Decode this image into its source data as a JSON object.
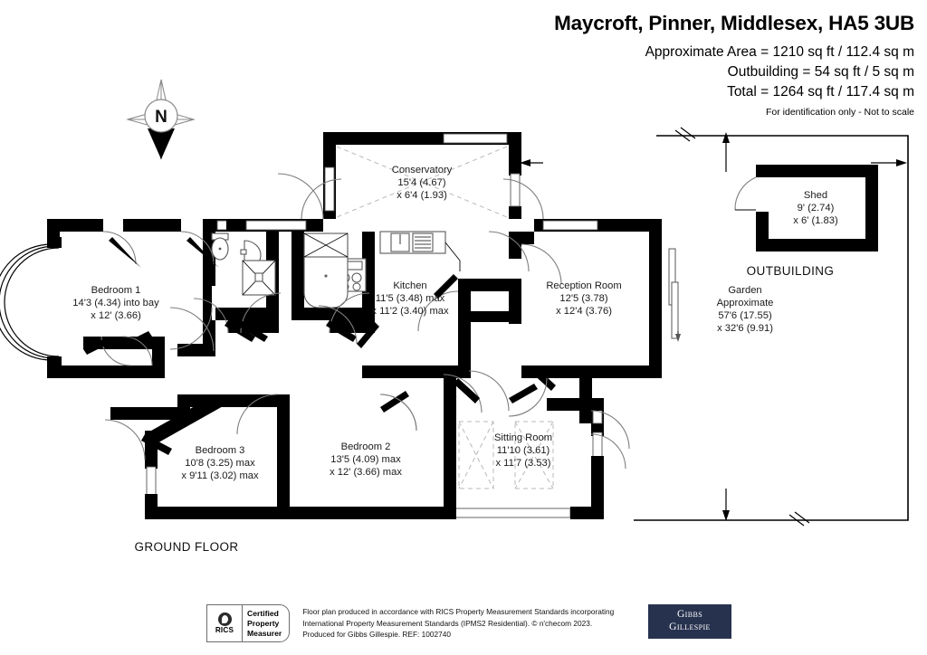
{
  "header": {
    "title": "Maycroft, Pinner, Middlesex, HA5 3UB",
    "area_line1": "Approximate Area = 1210 sq ft / 112.4 sq m",
    "area_line2": "Outbuilding = 54 sq ft / 5 sq m",
    "area_line3": "Total = 1264 sq ft / 117.4 sq m",
    "disclaimer": "For identification only - Not to scale"
  },
  "compass": {
    "north_label": "N"
  },
  "sections": {
    "ground_floor": "GROUND FLOOR",
    "outbuilding": "OUTBUILDING"
  },
  "rooms": [
    {
      "id": "conservatory",
      "name": "Conservatory",
      "dim1": "15'4 (4.67)",
      "dim2": "x 6'4 (1.93)"
    },
    {
      "id": "bedroom-1",
      "name": "Bedroom 1",
      "dim1": "14'3 (4.34) into bay",
      "dim2": "x 12' (3.66)"
    },
    {
      "id": "kitchen",
      "name": "Kitchen",
      "dim1": "11'5 (3.48) max",
      "dim2": "x 11'2 (3.40) max"
    },
    {
      "id": "reception-room",
      "name": "Reception Room",
      "dim1": "12'5 (3.78)",
      "dim2": "x 12'4 (3.76)"
    },
    {
      "id": "bedroom-3",
      "name": "Bedroom 3",
      "dim1": "10'8 (3.25) max",
      "dim2": "x 9'11 (3.02) max"
    },
    {
      "id": "bedroom-2",
      "name": "Bedroom 2",
      "dim1": "13'5 (4.09) max",
      "dim2": "x 12' (3.66) max"
    },
    {
      "id": "sitting-room",
      "name": "Sitting Room",
      "dim1": "11'10 (3.61)",
      "dim2": "x 11'7 (3.53)"
    },
    {
      "id": "shed",
      "name": "Shed",
      "dim1": "9' (2.74)",
      "dim2": "x 6' (1.83)"
    }
  ],
  "garden": {
    "line1": "Garden",
    "line2": "Approximate",
    "line3": "57'6 (17.55)",
    "line4": "x 32'6 (9.91)"
  },
  "footer": {
    "rics_word": "RICS",
    "cert_line1": "Certified",
    "cert_line2": "Property",
    "cert_line3": "Measurer",
    "legal_line1": "Floor plan produced in accordance with RICS Property Measurement Standards incorporating",
    "legal_line2": "International Property Measurement Standards (IPMS2 Residential).   © n'checom 2023.",
    "legal_line3": "Produced for Gibbs Gillespie.   REF:  1002740",
    "brand_line1": "Gibbs",
    "brand_line2": "Gillespie"
  },
  "colors": {
    "wall": "#000000",
    "brand_navy": "#27324f",
    "text": "#111111",
    "dashed_grey": "#b9b9b9"
  }
}
